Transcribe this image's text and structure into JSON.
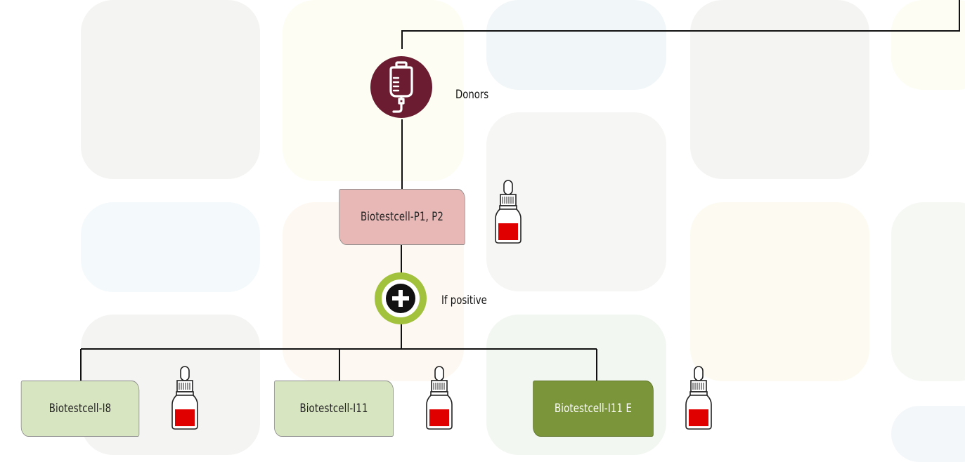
{
  "diagram": {
    "donors_label": "Donors",
    "if_positive_label": "If positive",
    "nodes": {
      "p1p2": "Biotestcell-P1, P2",
      "i8": "Biotestcell-I8",
      "i11": "Biotestcell-I11",
      "i11e": "Biotestcell-I11 E"
    }
  },
  "colors": {
    "donor_circle": "#6b1c31",
    "p_box": "#e7b8b6",
    "light_green_box": "#d8e5c1",
    "dark_green_box": "#7a953a",
    "plus_ring": "#a2c13d",
    "vial_fill": "#e00000"
  },
  "icons": {
    "donors": "iv-bag-icon",
    "positive": "plus-icon",
    "reagent": "dropper-bottle-icon"
  }
}
